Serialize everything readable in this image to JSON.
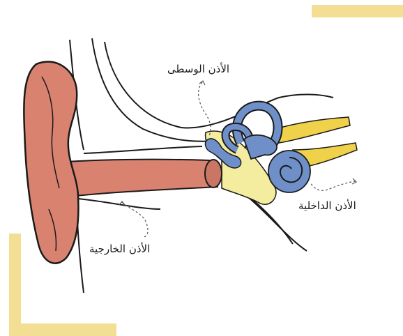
{
  "labels": {
    "middle_ear": "الأذن الوسطى",
    "inner_ear": "الأذن الداخلية",
    "outer_ear": "الأذن الخارجية"
  },
  "colors": {
    "accent_yellow": "#f3df93",
    "auricle": "#d9826f",
    "bone_yellow": "#f4ec9f",
    "inner_blue": "#6f8fc8",
    "nerve_yellow": "#f0d24a",
    "outline": "#1a1a1a"
  }
}
